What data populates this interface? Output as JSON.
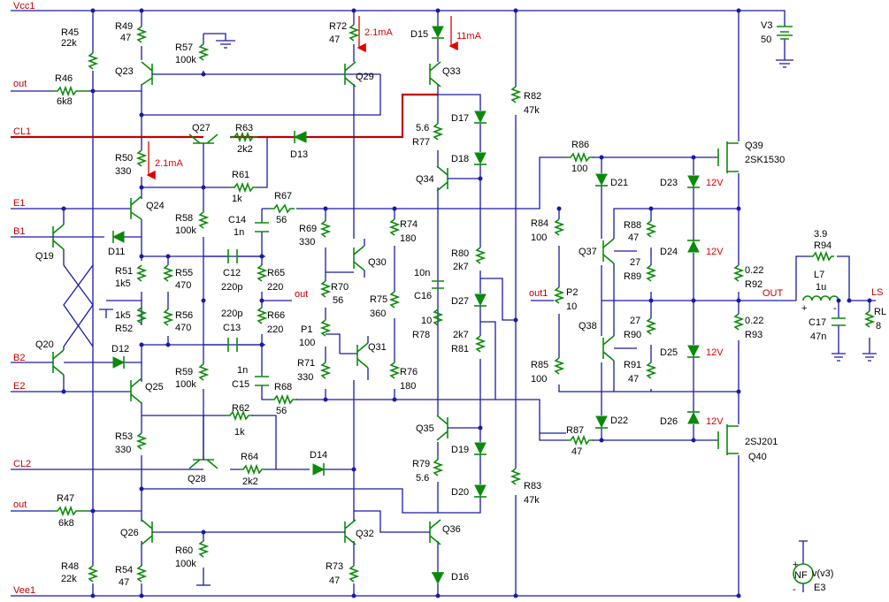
{
  "nets": {
    "vcc1": "Vcc1",
    "vee1": "Vee1",
    "out_top": "out",
    "out_bottom": "out",
    "cl1": "CL1",
    "cl2": "CL2",
    "e1": "E1",
    "e2": "E2",
    "b1": "B1",
    "b2": "B2",
    "out_mid": "out",
    "out1": "out1",
    "out": "OUT",
    "ls": "LS"
  },
  "annotations": {
    "i_q23": "2.1mA",
    "i_q29": "2.1mA",
    "i_q33": "11mA"
  },
  "parts": {
    "r45": {
      "name": "R45",
      "value": "22k"
    },
    "r46": {
      "name": "R46",
      "value": "6k8"
    },
    "r47": {
      "name": "R47",
      "value": "6k8"
    },
    "r48": {
      "name": "R48",
      "value": "22k"
    },
    "r49": {
      "name": "R49",
      "value": "47"
    },
    "r50": {
      "name": "R50",
      "value": "330"
    },
    "r51": {
      "name": "R51",
      "value": "1k5"
    },
    "r52": {
      "name": "R52",
      "value": "1k5"
    },
    "r53": {
      "name": "R53",
      "value": "330"
    },
    "r54": {
      "name": "R54",
      "value": "47"
    },
    "r55": {
      "name": "R55",
      "value": "470"
    },
    "r56": {
      "name": "R56",
      "value": "470"
    },
    "r57": {
      "name": "R57",
      "value": "100k"
    },
    "r58": {
      "name": "R58",
      "value": "100k"
    },
    "r59": {
      "name": "R59",
      "value": "100k"
    },
    "r60": {
      "name": "R60",
      "value": "100k"
    },
    "r61": {
      "name": "R61",
      "value": "1k"
    },
    "r62": {
      "name": "R62",
      "value": "1k"
    },
    "r63": {
      "name": "R63",
      "value": "2k2"
    },
    "r64": {
      "name": "R64",
      "value": "2k2"
    },
    "r65": {
      "name": "R65",
      "value": "220"
    },
    "r66": {
      "name": "R66",
      "value": "220"
    },
    "r67": {
      "name": "R67",
      "value": "56"
    },
    "r68": {
      "name": "R68",
      "value": "56"
    },
    "r69": {
      "name": "R69",
      "value": "330"
    },
    "r70": {
      "name": "R70",
      "value": "56"
    },
    "r71": {
      "name": "R71",
      "value": "330"
    },
    "r72": {
      "name": "R72",
      "value": "47"
    },
    "r73": {
      "name": "R73",
      "value": "47"
    },
    "r74": {
      "name": "R74",
      "value": "180"
    },
    "r75": {
      "name": "R75",
      "value": "360"
    },
    "r76": {
      "name": "R76",
      "value": "180"
    },
    "r77": {
      "name": "R77",
      "value": "5.6"
    },
    "r78": {
      "name": "R78",
      "value": "10"
    },
    "r79": {
      "name": "R79",
      "value": "5.6"
    },
    "r80": {
      "name": "R80",
      "value": "2k7"
    },
    "r81": {
      "name": "R81",
      "value": "2k7"
    },
    "r82": {
      "name": "R82",
      "value": "47k"
    },
    "r83": {
      "name": "R83",
      "value": "47k"
    },
    "r84": {
      "name": "R84",
      "value": "100"
    },
    "r85": {
      "name": "R85",
      "value": "100"
    },
    "r86": {
      "name": "R86",
      "value": "100"
    },
    "r87": {
      "name": "R87",
      "value": "47"
    },
    "r88": {
      "name": "R88",
      "value": "47"
    },
    "r89": {
      "name": "R89",
      "value": "27"
    },
    "r90": {
      "name": "R90",
      "value": "27"
    },
    "r91": {
      "name": "R91",
      "value": "47"
    },
    "r92": {
      "name": "R92",
      "value": "0.22"
    },
    "r93": {
      "name": "R93",
      "value": "0.22"
    },
    "r94": {
      "name": "R94",
      "value": "3.9"
    },
    "rl": {
      "name": "RL",
      "value": "8"
    },
    "c12": {
      "name": "C12",
      "value": "220p"
    },
    "c13": {
      "name": "C13",
      "value": "220p"
    },
    "c14": {
      "name": "C14",
      "value": "1n"
    },
    "c15": {
      "name": "C15",
      "value": "1n"
    },
    "c16": {
      "name": "C16",
      "value": "10n"
    },
    "c17": {
      "name": "C17",
      "value": "47n"
    },
    "l7": {
      "name": "L7",
      "value": "1u"
    },
    "p1": {
      "name": "P1",
      "value": "100"
    },
    "p2": {
      "name": "P2",
      "value": "10"
    },
    "v3": {
      "name": "V3",
      "value": "50"
    },
    "q19": "Q19",
    "q20": "Q20",
    "q23": "Q23",
    "q24": "Q24",
    "q25": "Q25",
    "q26": "Q26",
    "q27": "Q27",
    "q28": "Q28",
    "q29": "Q29",
    "q30": "Q30",
    "q31": "Q31",
    "q32": "Q32",
    "q33": "Q33",
    "q34": "Q34",
    "q35": "Q35",
    "q36": "Q36",
    "q37": "Q37",
    "q38": "Q38",
    "q39": {
      "name": "Q39",
      "model": "2SK1530"
    },
    "q40": {
      "name": "Q40",
      "model": "2SJ201"
    },
    "d11": "D11",
    "d12": "D12",
    "d13": "D13",
    "d14": "D14",
    "d15": "D15",
    "d16": "D16",
    "d17": "D17",
    "d18": "D18",
    "d19": "D19",
    "d20": "D20",
    "d21": "D21",
    "d22": "D22",
    "d23": "D23",
    "d24": "D24",
    "d25": "D25",
    "d26": "D26",
    "d27": "D27",
    "zener_v": "12V",
    "e3": {
      "name": "E3",
      "sym": "NF",
      "expr": "v(v3)"
    },
    "plus": "+",
    "minus": "-"
  }
}
